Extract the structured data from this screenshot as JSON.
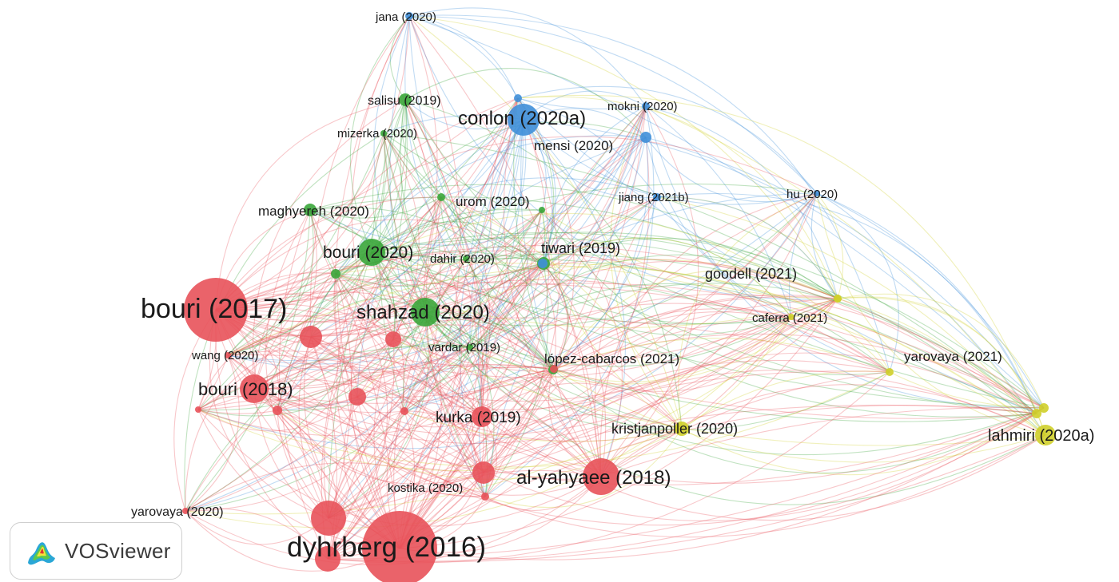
{
  "clusters": [
    {
      "id": "red",
      "color": "#e8525a"
    },
    {
      "id": "green",
      "color": "#3aa63a"
    },
    {
      "id": "blue",
      "color": "#3f8fd9"
    },
    {
      "id": "yellow",
      "color": "#cfcf2a"
    }
  ],
  "nodes": [
    {
      "id": "jana2020",
      "label": "jana (2020)",
      "cluster": "blue",
      "weight": 1
    },
    {
      "id": "salisu2019",
      "label": "salisu (2019)",
      "cluster": "green",
      "weight": 2
    },
    {
      "id": "conlon2020a",
      "label": "conlon (2020a)",
      "cluster": "blue",
      "weight": 6
    },
    {
      "id": "mokni2020",
      "label": "mokni (2020)",
      "cluster": "blue",
      "weight": 1
    },
    {
      "id": "mizerka2020",
      "label": "mizerka (2020)",
      "cluster": "green",
      "weight": 1
    },
    {
      "id": "mensi2020",
      "label": "mensi (2020)",
      "cluster": "blue",
      "weight": 2
    },
    {
      "id": "urom2020",
      "label": "urom (2020)",
      "cluster": "green",
      "weight": 1
    },
    {
      "id": "jiang2021b",
      "label": "jiang (2021b)",
      "cluster": "blue",
      "weight": 1
    },
    {
      "id": "hu2020",
      "label": "hu (2020)",
      "cluster": "blue",
      "weight": 1
    },
    {
      "id": "maghyereh2020",
      "label": "maghyereh (2020)",
      "cluster": "green",
      "weight": 2
    },
    {
      "id": "bouri2020",
      "label": "bouri (2020)",
      "cluster": "green",
      "weight": 4
    },
    {
      "id": "dahir2020",
      "label": "dahir (2020)",
      "cluster": "green",
      "weight": 1
    },
    {
      "id": "tiwari2019",
      "label": "tiwari (2019)",
      "cluster": "green",
      "weight": 2
    },
    {
      "id": "goodell2021",
      "label": "goodell (2021)",
      "cluster": "yellow",
      "weight": 2
    },
    {
      "id": "bouri2017",
      "label": "bouri (2017)",
      "cluster": "red",
      "weight": 12
    },
    {
      "id": "shahzad2020",
      "label": "shahzad (2020)",
      "cluster": "green",
      "weight": 5
    },
    {
      "id": "caferra2021",
      "label": "caferra (2021)",
      "cluster": "yellow",
      "weight": 1
    },
    {
      "id": "wang2020",
      "label": "wang (2020)",
      "cluster": "red",
      "weight": 1
    },
    {
      "id": "vardar2019",
      "label": "vardar (2019)",
      "cluster": "green",
      "weight": 1
    },
    {
      "id": "lopezcabarcos2021",
      "label": "lópez-cabarcos (2021)",
      "cluster": "red",
      "weight": 1
    },
    {
      "id": "yarovaya2021",
      "label": "yarovaya (2021)",
      "cluster": "yellow",
      "weight": 1
    },
    {
      "id": "bouri2018",
      "label": "bouri (2018)",
      "cluster": "red",
      "weight": 5
    },
    {
      "id": "kurka2019",
      "label": "kurka (2019)",
      "cluster": "red",
      "weight": 3
    },
    {
      "id": "kristjanpoller2020",
      "label": "kristjanpoller (2020)",
      "cluster": "yellow",
      "weight": 2
    },
    {
      "id": "lahmiri2020a",
      "label": "lahmiri (2020a)",
      "cluster": "yellow",
      "weight": 3
    },
    {
      "id": "alyahyaee2018",
      "label": "al-yahyaee (2018)",
      "cluster": "red",
      "weight": 6
    },
    {
      "id": "kostika2020",
      "label": "kostika (2020)",
      "cluster": "red",
      "weight": 1
    },
    {
      "id": "yarovaya2020",
      "label": "yarovaya (2020)",
      "cluster": "red",
      "weight": 1
    },
    {
      "id": "dyhrberg2016",
      "label": "dyhrberg (2016)",
      "cluster": "red",
      "weight": 14
    },
    {
      "id": "u1",
      "label": "",
      "cluster": "red",
      "weight": 3
    },
    {
      "id": "u2",
      "label": "",
      "cluster": "red",
      "weight": 2
    },
    {
      "id": "u3",
      "label": "",
      "cluster": "red",
      "weight": 2
    },
    {
      "id": "u4",
      "label": "",
      "cluster": "red",
      "weight": 3
    },
    {
      "id": "u5",
      "label": "",
      "cluster": "red",
      "weight": 1
    },
    {
      "id": "u6",
      "label": "",
      "cluster": "red",
      "weight": 1
    },
    {
      "id": "u7",
      "label": "",
      "cluster": "red",
      "weight": 4
    },
    {
      "id": "u8",
      "label": "",
      "cluster": "red",
      "weight": 1
    },
    {
      "id": "u9",
      "label": "",
      "cluster": "red",
      "weight": 5
    },
    {
      "id": "u10",
      "label": "",
      "cluster": "green",
      "weight": 1
    },
    {
      "id": "u11",
      "label": "",
      "cluster": "green",
      "weight": 1
    },
    {
      "id": "u12",
      "label": "",
      "cluster": "green",
      "weight": 1
    },
    {
      "id": "u13",
      "label": "",
      "cluster": "blue",
      "weight": 1
    },
    {
      "id": "u14",
      "label": "",
      "cluster": "blue",
      "weight": 1
    },
    {
      "id": "u15",
      "label": "",
      "cluster": "yellow",
      "weight": 1
    },
    {
      "id": "u16",
      "label": "",
      "cluster": "yellow",
      "weight": 1
    },
    {
      "id": "u17",
      "label": "",
      "cluster": "yellow",
      "weight": 1
    }
  ],
  "logo": {
    "text": "VOSviewer"
  }
}
